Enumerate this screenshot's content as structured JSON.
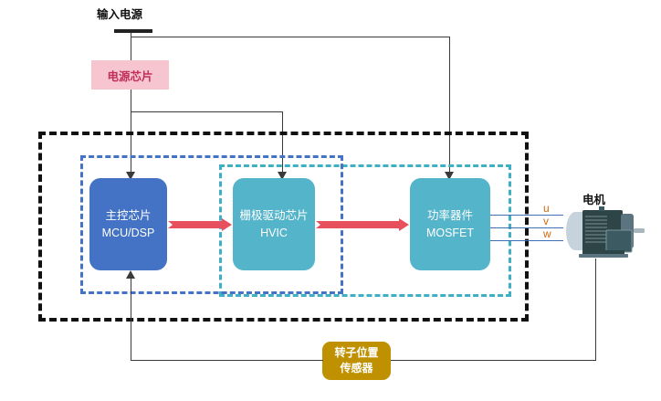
{
  "diagram": {
    "title_top": "输入电源",
    "power_chip_label": "电源芯片",
    "motor_label": "电机",
    "blocks": {
      "mcu": {
        "line1": "主控芯片",
        "line2": "MCU/DSP",
        "color": "#4472C4"
      },
      "hvic": {
        "line1": "栅极驱动芯片",
        "line2": "HVIC",
        "color": "#54B4CA"
      },
      "mosfet": {
        "line1": "功率器件",
        "line2": "MOSFET",
        "color": "#54B4CA"
      },
      "sensor": {
        "line1": "转子位置",
        "line2": "传感器",
        "color": "#BF9000"
      }
    },
    "phases": [
      {
        "name": "u"
      },
      {
        "name": "v"
      },
      {
        "name": "w"
      }
    ],
    "colors": {
      "accent_blue": "#4472C4",
      "accent_teal": "#54B4CA",
      "flow_arrow_red": "#E8505E",
      "power_label_bg": "#F6C5CF",
      "power_label_text": "#C0305A",
      "sensor_gold": "#BF9000",
      "phase_label": "#D06A10",
      "wire": "#3A3A3A",
      "group_outer_dash": "#111111"
    }
  }
}
